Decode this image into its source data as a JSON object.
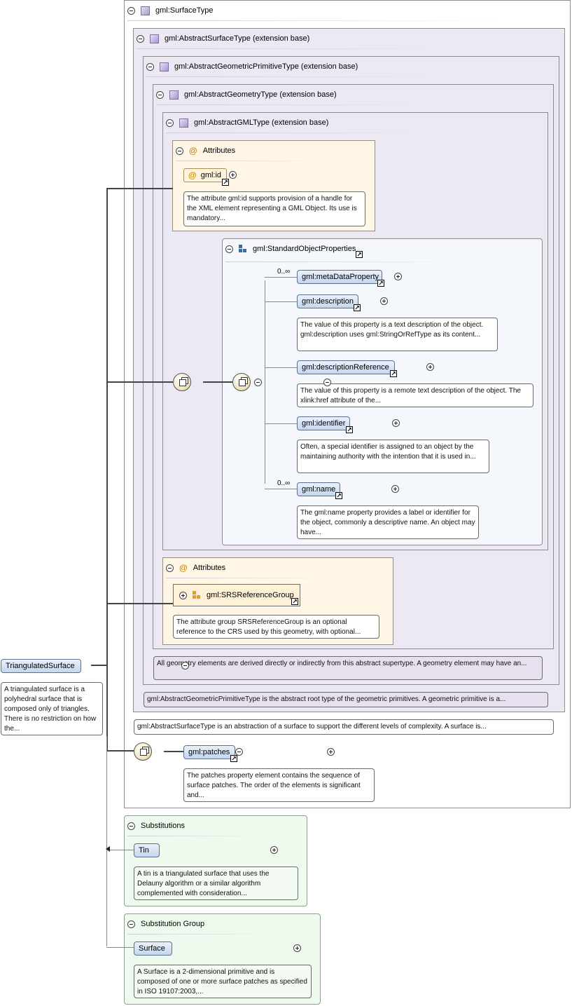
{
  "surface_type": {
    "label": "gml:SurfaceType"
  },
  "abstract_surface": {
    "label": "gml:AbstractSurfaceType (extension base)"
  },
  "abstract_geometric_primitive": {
    "label": "gml:AbstractGeometricPrimitiveType (extension base)"
  },
  "abstract_geometry": {
    "label": "gml:AbstractGeometryType (extension base)"
  },
  "abstract_gml": {
    "label": "gml:AbstractGMLType (extension base)"
  },
  "attributes1": {
    "label": "Attributes",
    "id_attr": "gml:id",
    "id_note": "The attribute gml:id supports provision of a handle for the XML element representing a GML Object. Its use is mandatory..."
  },
  "standard_object_properties": {
    "label": "gml:StandardObjectProperties",
    "cardinality_top": "0..∞",
    "cardinality_bottom": "0..∞",
    "elements": [
      {
        "name": "gml:metaDataProperty",
        "note": ""
      },
      {
        "name": "gml:description",
        "note": "The value of this property is a text description of the object. gml:description uses gml:StringOrRefType as its content..."
      },
      {
        "name": "gml:descriptionReference",
        "note": "The value of this property is a remote text description of the object. The xlink:href attribute of the..."
      },
      {
        "name": "gml:identifier",
        "note": "Often, a special identifier is assigned to an object by the maintaining authority with the intention that it is used in..."
      },
      {
        "name": "gml:name",
        "note": "The gml:name property provides a label or identifier for the object, commonly a descriptive name. An object may have..."
      }
    ]
  },
  "attributes2": {
    "label": "Attributes",
    "group": "gml:SRSReferenceGroup",
    "note": "The attribute group SRSReferenceGroup is an optional reference to the CRS used by this geometry, with optional..."
  },
  "notes": {
    "abstract_geometry": "All geometry elements are derived directly or indirectly from this abstract supertype. A geometry element may have an...",
    "abstract_geometric_primitive": "gml:AbstractGeometricPrimitiveType is the abstract root type of the geometric primitives. A geometric primitive is a...",
    "abstract_surface": "gml:AbstractSurfaceType is an abstraction of a surface to support the different levels of complexity. A surface is..."
  },
  "patches": {
    "name": "gml:patches",
    "note": "The patches property element contains the sequence of surface patches. The order of the elements is significant and..."
  },
  "root": {
    "name": "TriangulatedSurface",
    "note": "A triangulated surface is a polyhedral surface that is composed only of triangles. There is no restriction on how the..."
  },
  "substitutions": {
    "label": "Substitutions",
    "name": "Tin",
    "note": "A tin is a triangulated surface that uses the Delauny algorithm or a similar algorithm complemented with consideration..."
  },
  "substitution_group": {
    "label": "Substitution Group",
    "name": "Surface",
    "note": "A Surface is a 2-dimensional primitive and is composed of one or more surface patches as specified in ISO 19107:2003,..."
  }
}
